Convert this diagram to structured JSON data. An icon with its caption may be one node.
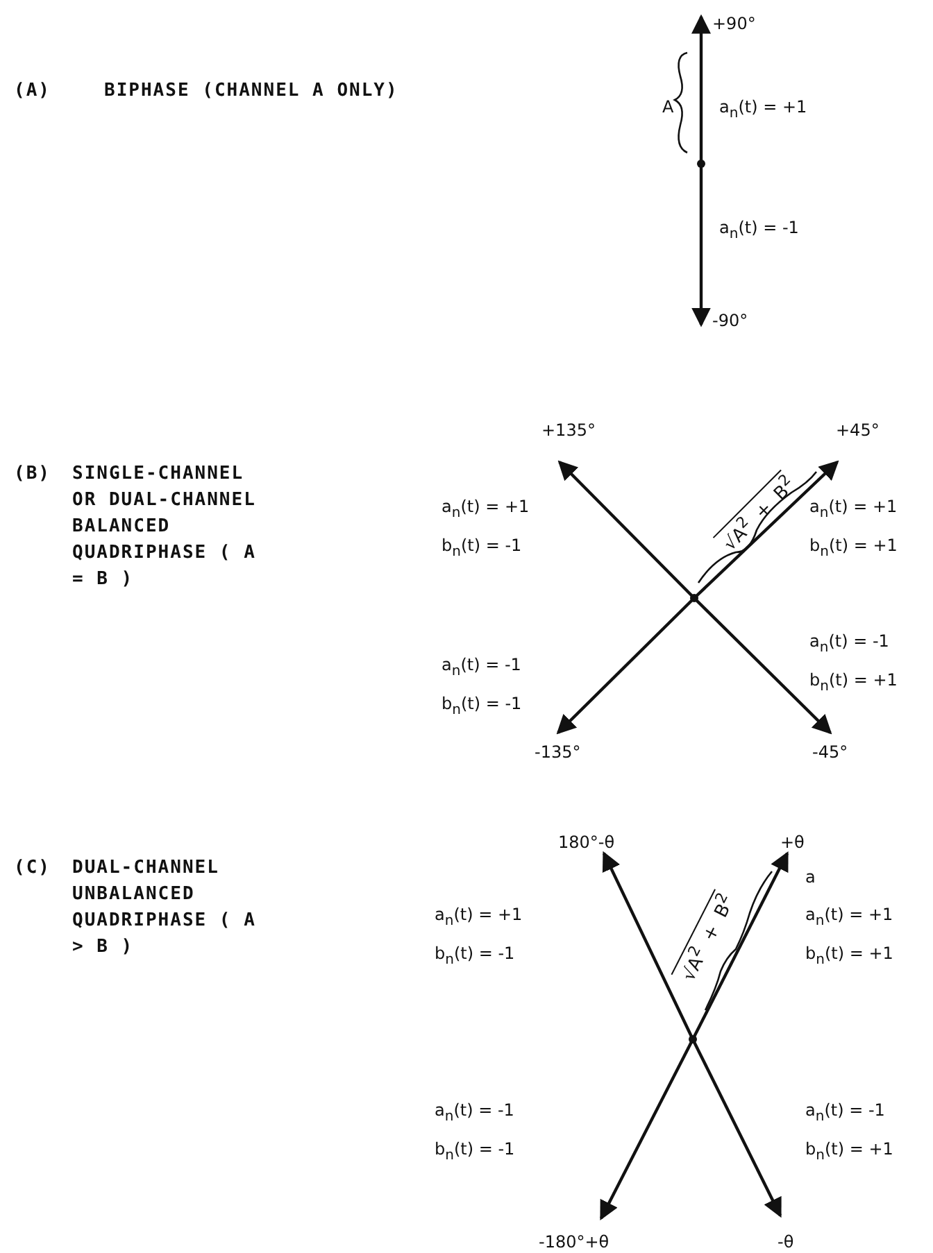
{
  "diagram": {
    "labels": [
      "(A)",
      "BIPHASE (CHANNEL A ONLY)",
      "+90°",
      "A",
      "a$_{n}$(t) = +1",
      "a$_{n}$(t) = -1",
      "-90°",
      "(B)",
      "SINGLE-CHANNEL OR DUAL-CHANNEL BALANCED QUADRIPHASE ( A = B )",
      "+135°",
      "+45°",
      "a$_{n}$(t) = +1",
      "b$_{n}$(t) = -1",
      "√A$^{2}$ + B$^{2}$",
      "a$_{n}$(t) = +1",
      "b$_{n}$(t) = +1",
      "a$_{n}$(t) = -1",
      "b$_{n}$(t) = +1",
      "a$_{n}$(t) = -1",
      "b$_{n}$(t) = -1",
      "-135°",
      "-45°",
      "(C)",
      "DUAL-CHANNEL UNBALANCED QUADRIPHASE ( A > B )",
      "180°-θ",
      "+θ",
      "a",
      "a$_{n}$(t) = +1",
      "b$_{n}$(t) = -1",
      "√A$^{2}$ + B$^{2}$",
      "a$_{n}$(t) = +1",
      "b$_{n}$(t) = +1",
      "a$_{n}$(t) = -1",
      "b$_{n}$(t) = -1",
      "a$_{n}$(t) = -1",
      "b$_{n}$(t) = +1",
      "-180°+θ",
      "-θ"
    ]
  }
}
